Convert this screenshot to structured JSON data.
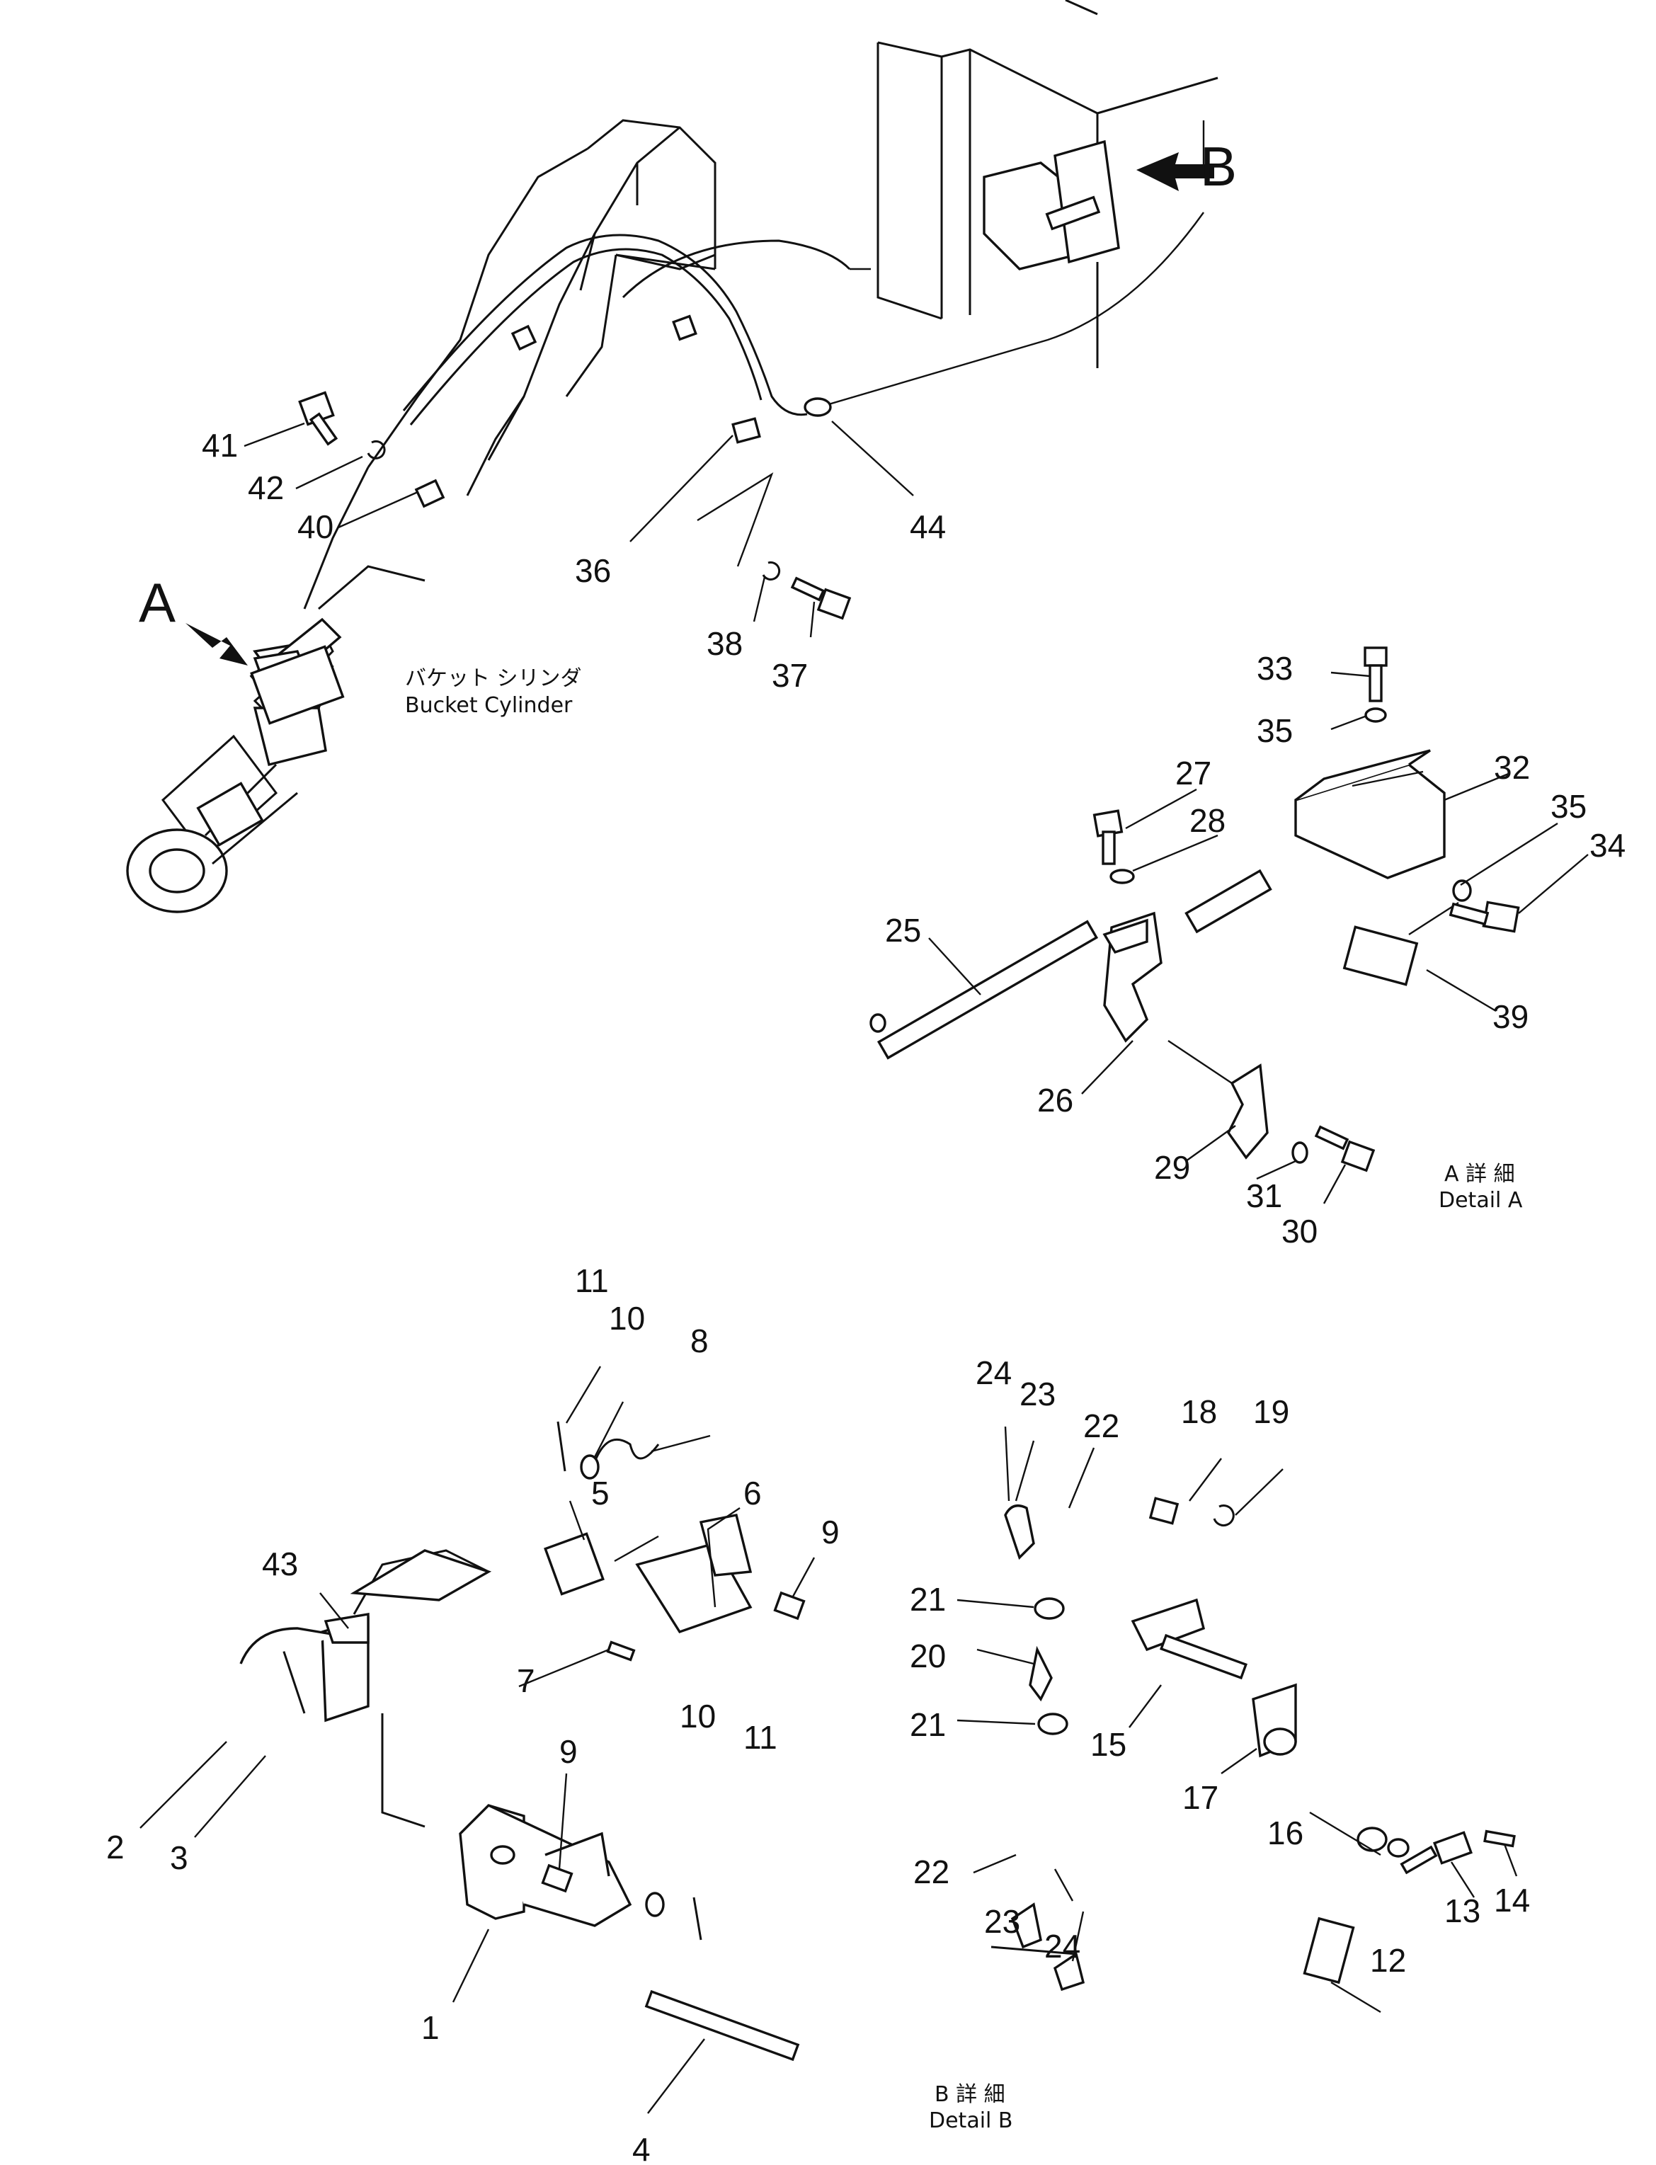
{
  "view_markers": {
    "a": "A",
    "b": "B"
  },
  "bucket_cylinder": {
    "jp": "バケット シリンダ",
    "en": "Bucket Cylinder"
  },
  "detail_a": {
    "jp": "A 詳 細",
    "en": "Detail A"
  },
  "detail_b": {
    "jp": "B 詳 細",
    "en": "Detail B"
  },
  "labels": {
    "p1": "1",
    "p2": "2",
    "p3": "3",
    "p4": "4",
    "p5": "5",
    "p6": "6",
    "p7": "7",
    "p8": "8",
    "p9a": "9",
    "p9b": "9",
    "p10a": "10",
    "p10b": "10",
    "p11a": "11",
    "p11b": "11",
    "p12": "12",
    "p13": "13",
    "p14": "14",
    "p15": "15",
    "p16": "16",
    "p17": "17",
    "p18": "18",
    "p19": "19",
    "p20": "20",
    "p21a": "21",
    "p21b": "21",
    "p22a": "22",
    "p22b": "22",
    "p23a": "23",
    "p23b": "23",
    "p24a": "24",
    "p24b": "24",
    "p25": "25",
    "p26": "26",
    "p27": "27",
    "p28": "28",
    "p29": "29",
    "p30": "30",
    "p31": "31",
    "p32": "32",
    "p33": "33",
    "p34": "34",
    "p35a": "35",
    "p35b": "35",
    "p36": "36",
    "p37": "37",
    "p38": "38",
    "p39": "39",
    "p40": "40",
    "p41": "41",
    "p42": "42",
    "p43": "43",
    "p44": "44"
  }
}
